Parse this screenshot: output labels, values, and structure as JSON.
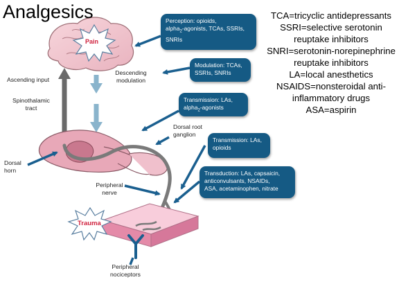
{
  "title": "Analgesics",
  "abbreviations": [
    "TCA=tricyclic antidepressants",
    "SSRI=selective serotonin",
    "reuptake inhibitors",
    "SNRI=serotonin-norepinephrine",
    "reuptake inhibitors",
    "LA=local anesthetics",
    "NSAIDS=nonsteroidal anti-",
    "inflammatory drugs",
    "ASA=aspirin"
  ],
  "boxes": {
    "perception": {
      "pre": "Perception: opioids,",
      "mid_a": "alpha",
      "mid_sub": "2",
      "mid_b": "-agonists, TCAs, SSRIs,",
      "post": "SNRIs"
    },
    "modulation": {
      "line1": "Modulation: TCAs,",
      "line2": "SSRIs, SNRIs"
    },
    "transmission_spinal": {
      "line1": "Transmission: LAs,",
      "mid_a": "alpha",
      "mid_sub": "2",
      "mid_b": "-agonists"
    },
    "transmission_nerve": {
      "line1": "Transmission: LAs,",
      "line2": "opioids"
    },
    "transduction": {
      "line1": "Transduction: LAs, capsaicin,",
      "line2": "anticonvulsants, NSAIDs,",
      "line3": "ASA, acetaminophen, nitrate"
    }
  },
  "labels": {
    "pain": "Pain",
    "trauma": "Trauma",
    "ascending_input": "Ascending input",
    "descending_line1": "Descending",
    "descending_line2": "modulation",
    "spinothalamic_line1": "Spinothalamic",
    "spinothalamic_line2": "tract",
    "dorsal_root_line1": "Dorsal root",
    "dorsal_root_line2": "ganglion",
    "dorsal_horn_line1": "Dorsal",
    "dorsal_horn_line2": "horn",
    "peripheral_nerve_line1": "Peripheral",
    "peripheral_nerve_line2": "nerve",
    "nociceptors_line1": "Peripheral",
    "nociceptors_line2": "nociceptors"
  },
  "colors": {
    "box": "#155a84",
    "arrow": "#1a5f8f",
    "pain_text": "#d0233f",
    "trauma_text": "#d0233f",
    "brain": "#f2c8d0",
    "cord": "#e8a8b8",
    "skin": "#f4b6cc"
  }
}
